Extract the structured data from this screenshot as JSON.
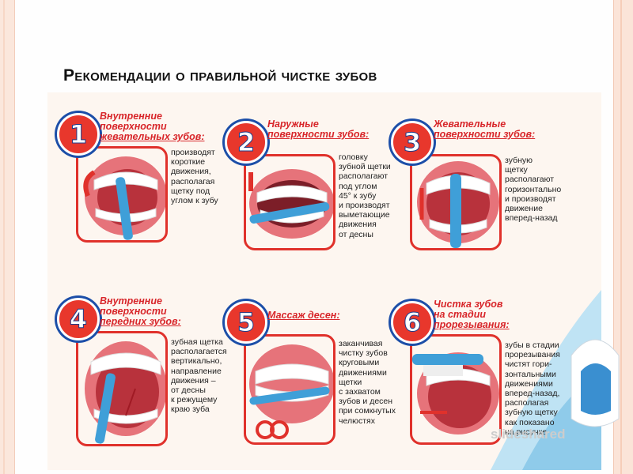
{
  "title": "Рекомендации о правильной чистке зубов",
  "watermark": "slideshared",
  "colors": {
    "accent": "#d8262a",
    "badge_ring": "#1c4ea8",
    "brush": "#3f9fd8",
    "gum": "#e6737a"
  },
  "cards": [
    {
      "number": "1",
      "heading_lines": [
        "Внутренние",
        "поверхности",
        "жевательных зубов:"
      ],
      "text_lines": [
        "производят",
        "короткие",
        "движения,",
        "располагая",
        "щетку под",
        "углом к зубу"
      ],
      "icon": "mouth-inner-chewing-icon"
    },
    {
      "number": "2",
      "heading_lines": [
        "Наружные",
        "поверхности зубов:"
      ],
      "text_lines": [
        "головку",
        "зубной щетки",
        "располагают",
        "под углом",
        "45° к зубу",
        "и производят",
        "выметающие",
        "движения",
        "от десны"
      ],
      "icon": "mouth-outer-icon"
    },
    {
      "number": "3",
      "heading_lines": [
        "Жевательные",
        "поверхности зубов:"
      ],
      "text_lines": [
        "зубную",
        "щетку",
        "располагают",
        "горизонтально",
        "и производят",
        "движение",
        "вперед-назад"
      ],
      "icon": "mouth-chewing-icon"
    },
    {
      "number": "4",
      "heading_lines": [
        "Внутренние",
        "поверхности",
        "передних зубов:"
      ],
      "text_lines": [
        "зубная щетка",
        "располагается",
        "вертикально,",
        "направление",
        "движения –",
        "от десны",
        "к режущему",
        "краю зуба"
      ],
      "icon": "mouth-inner-front-icon"
    },
    {
      "number": "5",
      "heading_lines": [
        "Массаж десен:"
      ],
      "text_lines": [
        "заканчивая",
        "чистку зубов",
        "круговыми",
        "движениями",
        "щетки",
        "с захватом",
        "зубов и десен",
        "при сомкнутых",
        "челюстях"
      ],
      "icon": "mouth-gum-massage-icon"
    },
    {
      "number": "6",
      "heading_lines": [
        "Чистка зубов",
        "на стадии",
        "прорезывания:"
      ],
      "text_lines": [
        "зубы в стадии",
        "прорезывания",
        "чистят гори-",
        "зонтальными",
        "движениями",
        "вперед-назад,",
        "располагая",
        "зубную щетку",
        "как показано",
        "на рисунке"
      ],
      "icon": "mouth-eruption-icon"
    }
  ]
}
